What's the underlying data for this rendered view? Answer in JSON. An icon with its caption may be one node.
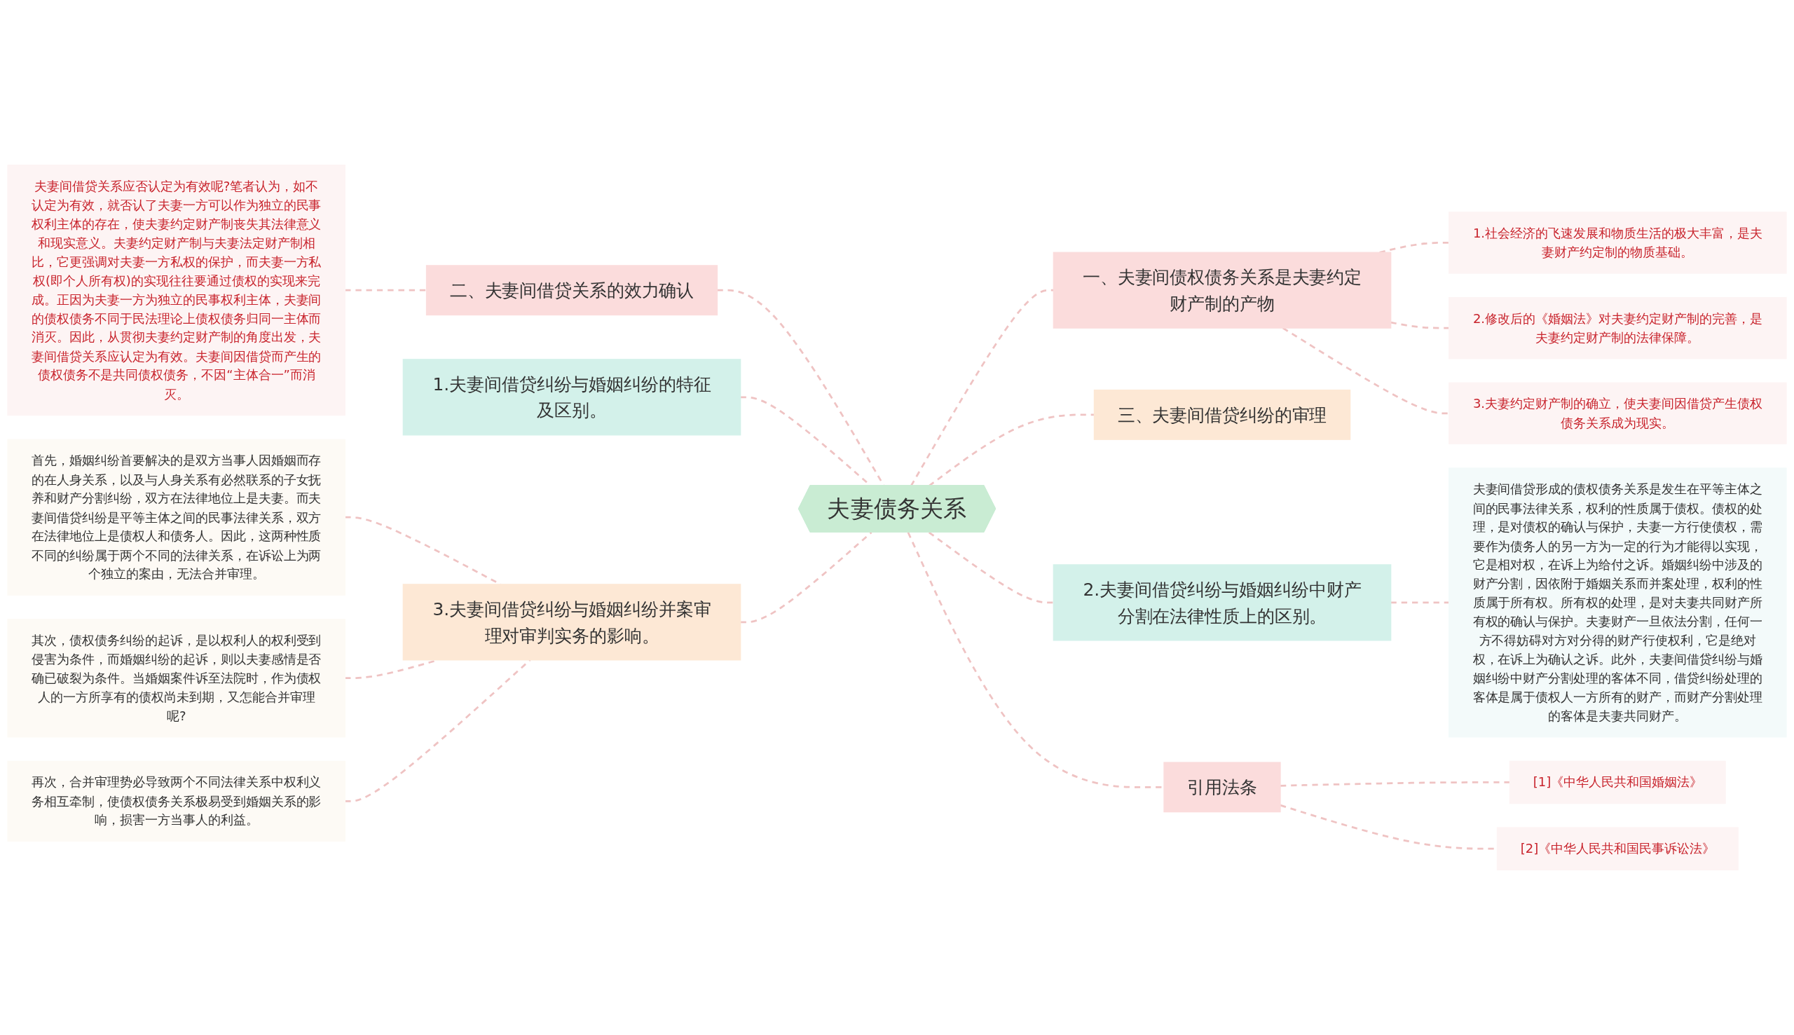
{
  "diagram": {
    "nodes": [
      {
        "text": [
          "夫妻债务关系"
        ]
      },
      {
        "text": [
          "二、夫妻间借贷关系的效力确认"
        ]
      },
      {
        "text": [
          "夫妻间借贷关系应否认定为有效呢?笔者认为，如不认定为有效，就否认了夫妻一方可以作为独立的民事权利主体的存在，使夫妻约定财产制丧失其法律意义和现实意义。夫妻约定财产制与夫妻法定财产制相比，它更强调对夫妻一方私权的保护，而夫妻一方私权(即个人所有权)的实现往往要通过债权的实现来完成。正因为夫妻一方为独立的民事权利主体，夫妻间的债权债务不同于民法理论上债权债务归同一主体而消灭。因此，从贯彻夫妻约定财产制的角度出发，夫妻间借贷关系应认定为有效。夫妻间因借贷而产生的债权债务不是共同债权债务，不因“主体合一”而消灭。"
        ]
      },
      {
        "text": [
          "1.夫妻间借贷纠纷与婚姻纠纷的特征及区别。"
        ]
      },
      {
        "text": [
          "3.夫妻间借贷纠纷与婚姻纠纷并案审理对审判实务的影响。"
        ]
      },
      {
        "text": [
          "首先，婚姻纠纷首要解决的是双方当事人因婚姻而存的在人身关系，以及与人身关系有必然联系的子女抚养和财产分割纠纷，双方在法律地位上是夫妻。而夫妻间借贷纠纷是平等主体之间的民事法律关系，双方在法律地位上是债权人和债务人。因此，这两种性质不同的纠纷属于两个不同的法律关系，在诉讼上为两个独立的案由，无法合并审理。"
        ]
      },
      {
        "text": [
          "其次，债权债务纠纷的起诉，是以权利人的权利受到侵害为条件，而婚姻纠纷的起诉，则以夫妻感情是否确已破裂为条件。当婚姻案件诉至法院时，作为债权人的一方所享有的债权尚未到期，又怎能合并审理呢?"
        ]
      },
      {
        "text": [
          "再次，合并审理势必导致两个不同法律关系中权利义务相互牵制，使债权债务关系极易受到婚姻关系的影响，损害一方当事人的利益。"
        ]
      },
      {
        "text": [
          "一、夫妻间债权债务关系是夫妻约定财产制的产物"
        ]
      },
      {
        "text": [
          "1.社会经济的飞速发展和物质生活的极大丰富，是夫妻财产约定制的物质基础。"
        ]
      },
      {
        "text": [
          "2.修改后的《婚姻法》对夫妻约定财产制的完善，是夫妻约定财产制的法律保障。"
        ]
      },
      {
        "text": [
          "3.夫妻约定财产制的确立，使夫妻间因借贷产生债权债务关系成为现实。"
        ]
      },
      {
        "text": [
          "三、夫妻间借贷纠纷的审理"
        ]
      },
      {
        "text": [
          "2.夫妻间借贷纠纷与婚姻纠纷中财产分割在法律性质上的区别。"
        ]
      },
      {
        "text": [
          "夫妻间借贷形成的债权债务关系是发生在平等主体之间的民事法律关系，权利的性质属于债权。债权的处理，是对债权的确认与保护，夫妻一方行使债权，需要作为债务人的另一方为一定的行为才能得以实现，它是相对权，在诉上为给付之诉。婚姻纠纷中涉及的财产分割，因依附于婚姻关系而并案处理，权利的性质属于所有权。所有权的处理，是对夫妻共同财产所有权的确认与保护。夫妻财产一旦依法分割，任何一方不得妨碍对方对分得的财产行使权利，它是绝对权，在诉上为确认之诉。此外，夫妻间借贷纠纷与婚姻纠纷中财产分割处理的客体不同，借贷纠纷处理的客体是属于债权人一方所有的财产，而财产分割处理的客体是夫妻共同财产。"
        ]
      },
      {
        "text": [
          "引用法条"
        ]
      },
      {
        "text": [
          "[1]《中华人民共和国婚姻法》"
        ]
      },
      {
        "text": [
          "[2]《中华人民共和国民事诉讼法》"
        ]
      }
    ],
    "edges": [
      {
        "from": 0,
        "to": 1,
        "arrow": "none",
        "style": "dashed"
      },
      {
        "from": 1,
        "to": 2,
        "arrow": "none",
        "style": "dashed"
      },
      {
        "from": 0,
        "to": 3,
        "arrow": "none",
        "style": "dashed"
      },
      {
        "from": 0,
        "to": 4,
        "arrow": "none",
        "style": "dashed"
      },
      {
        "from": 4,
        "to": 5,
        "arrow": "none",
        "style": "dashed"
      },
      {
        "from": 4,
        "to": 6,
        "arrow": "none",
        "style": "dashed"
      },
      {
        "from": 4,
        "to": 7,
        "arrow": "none",
        "style": "dashed"
      },
      {
        "from": 0,
        "to": 8,
        "arrow": "none",
        "style": "dashed"
      },
      {
        "from": 8,
        "to": 9,
        "arrow": "none",
        "style": "dashed"
      },
      {
        "from": 8,
        "to": 10,
        "arrow": "none",
        "style": "dashed"
      },
      {
        "from": 8,
        "to": 11,
        "arrow": "none",
        "style": "dashed"
      },
      {
        "from": 0,
        "to": 12,
        "arrow": "none",
        "style": "dashed"
      },
      {
        "from": 0,
        "to": 13,
        "arrow": "none",
        "style": "dashed"
      },
      {
        "from": 13,
        "to": 14,
        "arrow": "none",
        "style": "dashed"
      },
      {
        "from": 0,
        "to": 15,
        "arrow": "none",
        "style": "dashed"
      },
      {
        "from": 15,
        "to": 16,
        "arrow": "none",
        "style": "dashed"
      },
      {
        "from": 15,
        "to": 17,
        "arrow": "none",
        "style": "dashed"
      }
    ]
  }
}
